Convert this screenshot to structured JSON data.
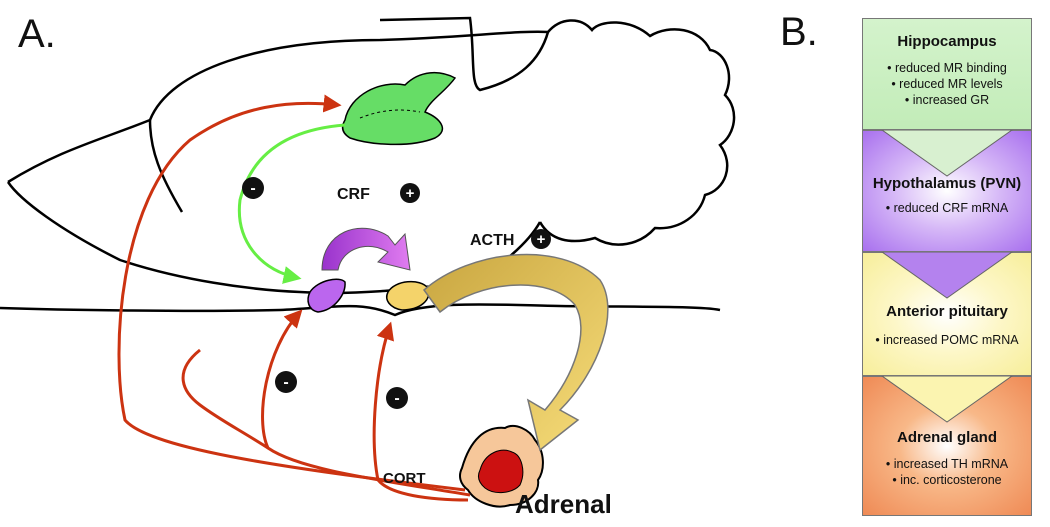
{
  "panel_a": {
    "label": "A.",
    "crf_label": "CRF",
    "acth_label": "ACTH",
    "cort_label": "CORT",
    "adrenal_label": "Adrenal",
    "minus_sign": "-",
    "plus_sign": "+"
  },
  "panel_b": {
    "label": "B.",
    "boxes": [
      {
        "title": "Hippocampus",
        "items": [
          "• reduced MR binding",
          "• reduced MR levels",
          "• increased GR"
        ],
        "color": "#c9f0c2"
      },
      {
        "title": "Hypothalamus  (PVN)",
        "items": [
          "• reduced CRF mRNA"
        ],
        "color": "#b27ff0"
      },
      {
        "title": "Anterior pituitary",
        "items": [
          "• increased POMC mRNA"
        ],
        "color": "#fbf3a8"
      },
      {
        "title": "Adrenal gland",
        "items": [
          "• increased TH mRNA",
          "• inc. corticosterone"
        ],
        "color": "#f39a62"
      }
    ]
  },
  "colors": {
    "feedback_arrow": "#cc3311",
    "hippocampus": "#66dd66",
    "crf_arrow": "#bb66ee",
    "acth_arrow": "#e8c860",
    "adrenal_outer": "#f6c79a",
    "adrenal_inner": "#cc1111"
  }
}
